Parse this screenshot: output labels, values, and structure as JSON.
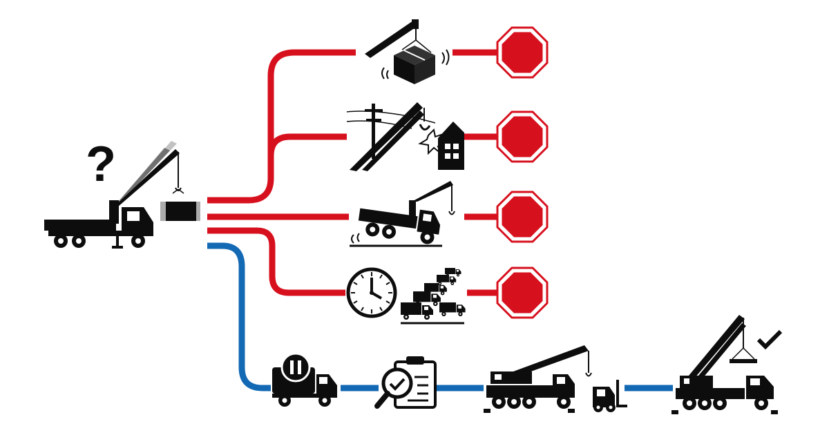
{
  "colors": {
    "risk_path": "#d7101e",
    "safe_path": "#1469b4",
    "icon": "#0d0d0d",
    "background": "#ffffff"
  },
  "start": {
    "icon": "truck-mounted-crane-icon",
    "mark": "?"
  },
  "risk_branches": [
    {
      "name": "unstable-swinging-load",
      "icon": "swinging-box-load-icon",
      "outcome": "stop-sign-icon"
    },
    {
      "name": "power-line-and-building-collision",
      "icon": "crane-collision-power-line-icon",
      "outcome": "stop-sign-icon"
    },
    {
      "name": "vehicle-tipping-over",
      "icon": "tipping-crane-truck-icon",
      "outcome": "stop-sign-icon"
    },
    {
      "name": "delays-and-congestion",
      "icon": "clock-and-traffic-jam-icon",
      "outcome": "stop-sign-icon"
    }
  ],
  "safe_path_steps": [
    {
      "name": "pause-and-plan",
      "icon": "truck-with-pause-icon"
    },
    {
      "name": "inspection-checklist",
      "icon": "clipboard-magnifier-check-icon"
    },
    {
      "name": "right-equipment",
      "icon": "mobile-crane-and-forklift-icon"
    },
    {
      "name": "successful-lift",
      "icon": "crane-lift-checkmark-icon"
    }
  ]
}
